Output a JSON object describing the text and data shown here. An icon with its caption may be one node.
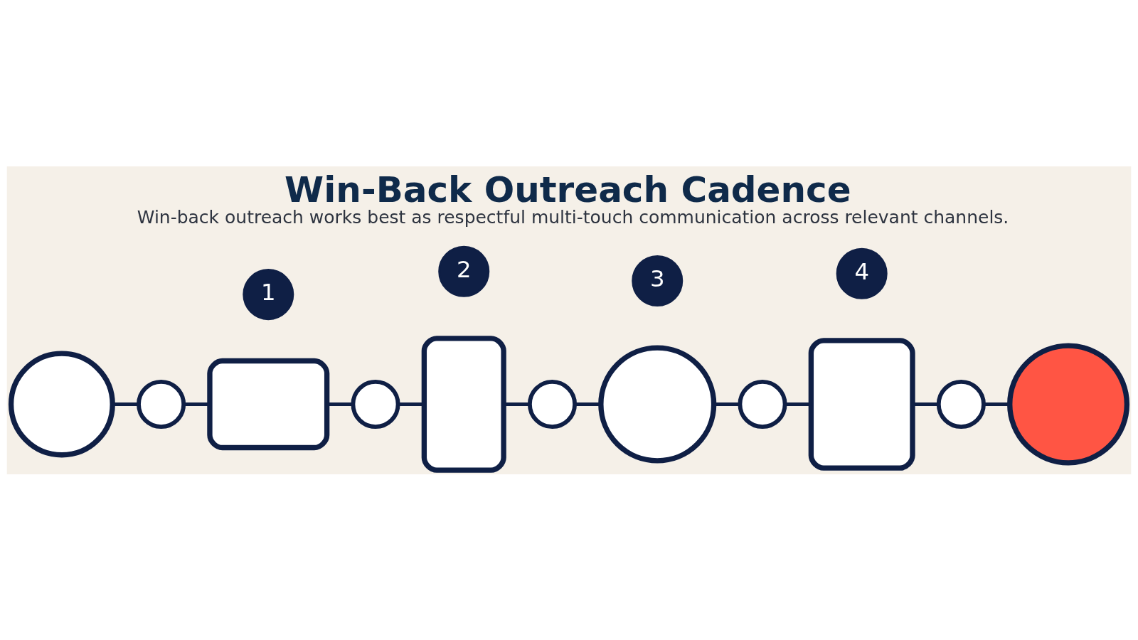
{
  "diagram": {
    "title": "Win-Back Outreach Cadence",
    "caption": "Win-back outreach works best as respectful multi-touch communication across relevant channels.",
    "nodes": [
      {
        "text": [
          "1"
        ]
      },
      {
        "text": [
          "2"
        ]
      },
      {
        "text": [
          "3"
        ]
      },
      {
        "text": [
          "4"
        ]
      },
      {
        "text": [],
        "shape": "circle"
      },
      {
        "text": [],
        "shape": "circle"
      },
      {
        "text": [],
        "shape": "box"
      },
      {
        "text": [],
        "shape": "circle"
      },
      {
        "text": [],
        "shape": "box"
      },
      {
        "text": [],
        "shape": "circle"
      },
      {
        "text": [],
        "shape": "circle"
      },
      {
        "text": [],
        "shape": "circle"
      },
      {
        "text": [],
        "shape": "box"
      },
      {
        "text": [],
        "shape": "circle"
      },
      {
        "text": [],
        "shape": "circle"
      }
    ],
    "edges": [
      {
        "from": 4,
        "to": 5,
        "arrow": "none"
      },
      {
        "from": 5,
        "to": 6,
        "arrow": "none"
      },
      {
        "from": 6,
        "to": 7,
        "arrow": "none"
      },
      {
        "from": 7,
        "to": 8,
        "arrow": "none"
      },
      {
        "from": 8,
        "to": 9,
        "arrow": "none"
      },
      {
        "from": 9,
        "to": 10,
        "arrow": "none"
      },
      {
        "from": 10,
        "to": 11,
        "arrow": "none"
      },
      {
        "from": 11,
        "to": 12,
        "arrow": "none"
      },
      {
        "from": 12,
        "to": 13,
        "arrow": "none"
      },
      {
        "from": 13,
        "to": 14,
        "arrow": "none"
      }
    ]
  }
}
